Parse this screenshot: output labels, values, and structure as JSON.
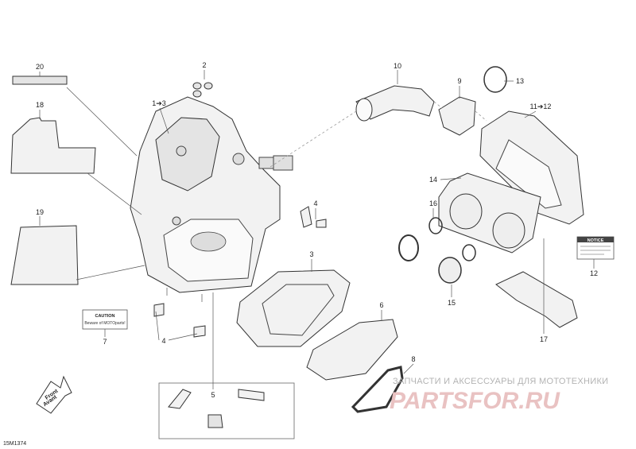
{
  "callouts": {
    "c1": "1➔3",
    "c2": "2",
    "c3": "3",
    "c4a": "4",
    "c4b": "4",
    "c5": "5",
    "c6": "6",
    "c7": "7",
    "c8": "8",
    "c9": "9",
    "c10": "10",
    "c11": "11➔12",
    "c12": "12",
    "c13": "13",
    "c14": "14",
    "c15": "15",
    "c16": "16",
    "c17": "17",
    "c18": "18",
    "c19": "19",
    "c20": "20"
  },
  "labels": {
    "caution_title": "CAUTION",
    "caution_text": "Beware of MOTOparts!",
    "notice_title": "NOTICE",
    "front_line1": "Front",
    "front_line2": "Avant",
    "diagram_code": "15M1374"
  },
  "watermark": {
    "small": "ЗАПЧАСТИ И АКСЕССУАРЫ ДЛЯ МОТОТЕХНИКИ",
    "big": "PARTSFOR.RU"
  }
}
